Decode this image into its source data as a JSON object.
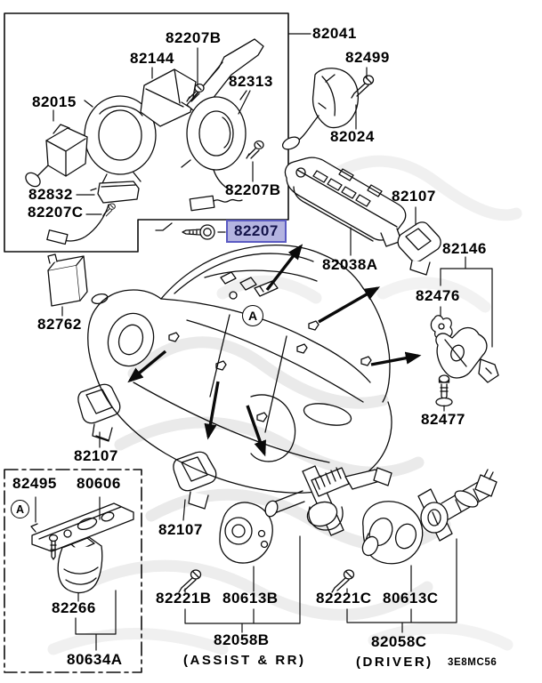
{
  "palette": {
    "ink": "#000000",
    "highlight_bg": "#b4b4e0",
    "highlight_border": "#5a5ac2",
    "highlight_text": "#14144a",
    "watermark": "#cccccc"
  },
  "diagram_code": "3E8MC56",
  "selected_part": "82207",
  "markers": {
    "a_car": "A",
    "a_inset": "A"
  },
  "captions": {
    "assist_rr": "(ASSIST & RR)",
    "driver": "(DRIVER)"
  },
  "labels": {
    "p82207b_top": "82207B",
    "p82144": "82144",
    "p82313": "82313",
    "p82015": "82015",
    "p82832": "82832",
    "p82207c": "82207C",
    "p82207b_low": "82207B",
    "p82207": "82207",
    "p82041": "82041",
    "p82499": "82499",
    "p82024": "82024",
    "p82038a": "82038A",
    "p82107_right": "82107",
    "p82146": "82146",
    "p82476": "82476",
    "p82477": "82477",
    "p82762": "82762",
    "p82107_left": "82107",
    "p82495": "82495",
    "p80606": "80606",
    "p82266": "82266",
    "p80634a": "80634A",
    "p82107_mid": "82107",
    "p82221b": "82221B",
    "p80613b": "80613B",
    "p82058b": "82058B",
    "p82221c": "82221C",
    "p80613c": "80613C",
    "p82058c": "82058C"
  }
}
